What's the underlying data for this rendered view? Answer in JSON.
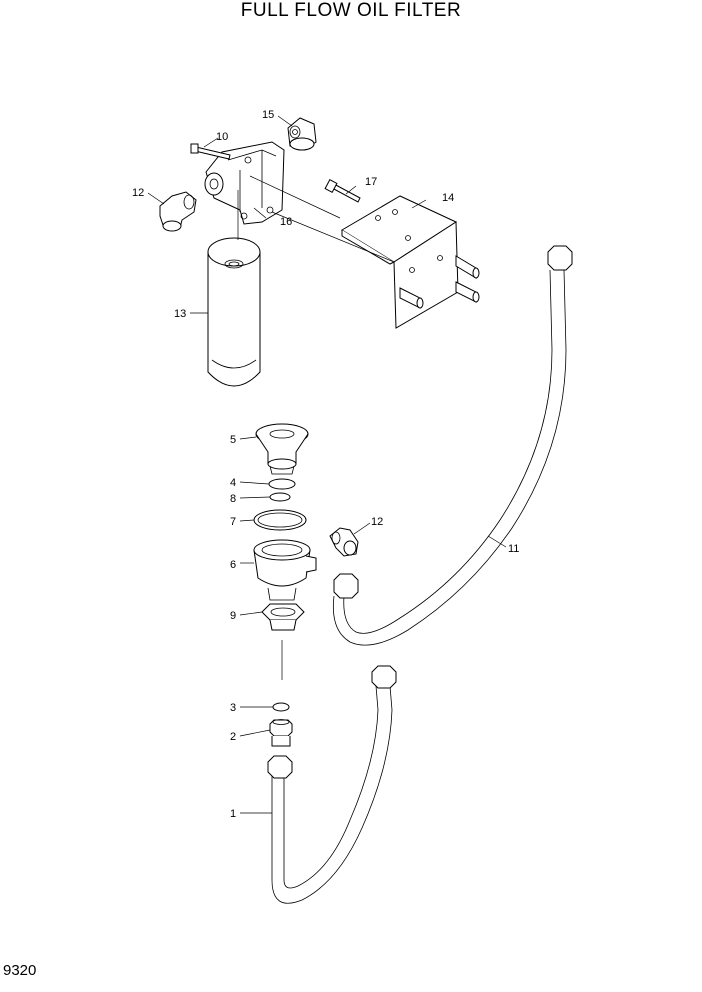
{
  "title": "FULL FLOW OIL FILTER",
  "page_code": "9320",
  "callouts": {
    "c1": "1",
    "c2": "2",
    "c3": "3",
    "c4": "4",
    "c5": "5",
    "c6": "6",
    "c7": "7",
    "c8": "8",
    "c9": "9",
    "c10": "10",
    "c11": "11",
    "c12a": "12",
    "c12b": "12",
    "c13": "13",
    "c14": "14",
    "c15": "15",
    "c16": "16",
    "c17": "17"
  }
}
